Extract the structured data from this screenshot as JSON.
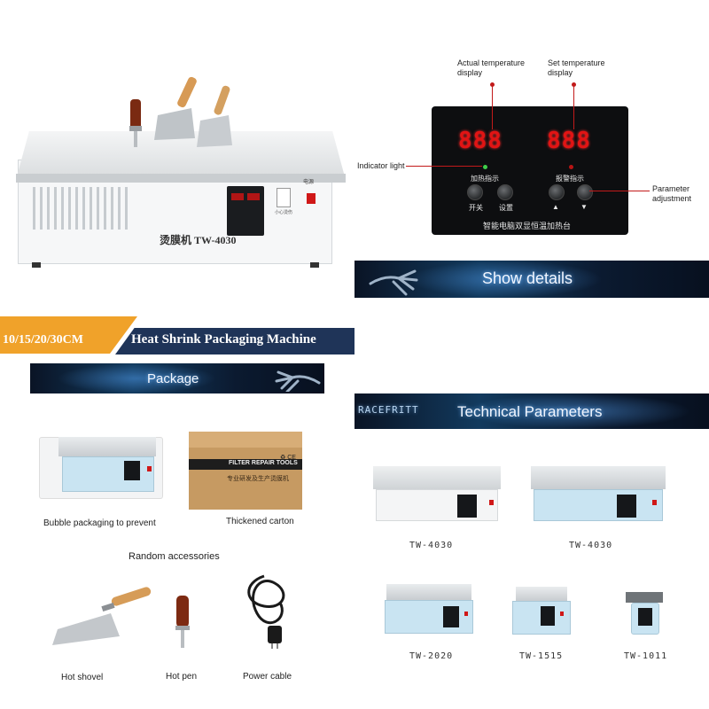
{
  "main_machine": {
    "model_label": "烫膜机 TW-4030",
    "switch_label": "电源",
    "icon_label": "小心烫伤"
  },
  "control_panel": {
    "actual_temp_display": "888",
    "set_temp_display": "888",
    "heat_indicator_label": "加热指示",
    "alarm_indicator_label": "报警指示",
    "switch_label": "开关",
    "setting_label": "设置",
    "up_symbol": "▲",
    "down_symbol": "▼",
    "footer": "智能电脑双显恒温加热台",
    "callouts": {
      "actual_temperature": "Actual temperature display",
      "set_temperature": "Set temperature display",
      "indicator_light": "Indicator light",
      "parameter_adjustment": "Parameter adjustment"
    }
  },
  "banners": {
    "show_details": "Show details",
    "package": "Package",
    "technical_parameters": "Technical Parameters",
    "tech_prefix": "RACEFRITT"
  },
  "title_bar": {
    "sizes": "10/15/20/30CM",
    "product": "Heat Shrink Packaging Machine"
  },
  "package": {
    "bubble_caption": "Bubble packaging to prevent",
    "carton_caption": "Thickened carton",
    "carton_print": "FILTER REPAIR TOOLS",
    "carton_sub": "专业研发及生产烫膜机",
    "carton_mark": "♻ CE",
    "accessories_title": "Random accessories",
    "items": [
      "Hot shovel",
      "Hot pen",
      "Power cable"
    ]
  },
  "models": [
    "TW-4030",
    "TW-4030",
    "TW-2020",
    "TW-1515",
    "TW-1011"
  ],
  "colors": {
    "accent_orange": "#f0a22a",
    "navy": "#1f3458",
    "led_red": "#e11414",
    "machine_blue": "#c9e4f2"
  }
}
